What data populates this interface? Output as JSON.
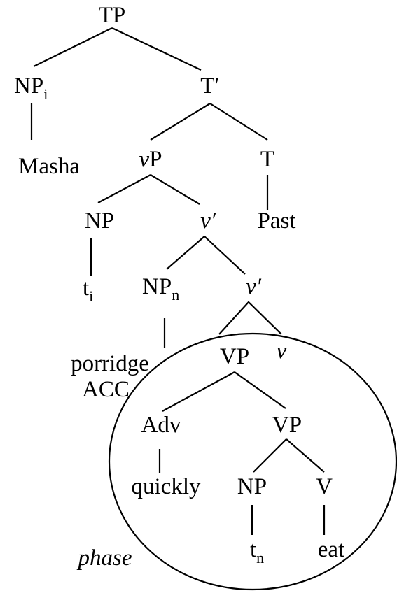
{
  "tree": {
    "tp": "TP",
    "np_i": "NP",
    "np_i_sub": "i",
    "masha": "Masha",
    "t_bar": "T′",
    "vp_v": "v",
    "vp_p": "P",
    "t": "T",
    "past": "Past",
    "np_ti": "NP",
    "t_i": "t",
    "t_i_sub": "i",
    "vbar1": "v′",
    "np_n": "NP",
    "np_n_sub": "n",
    "porridge": "porridge",
    "acc": "ACC",
    "vbar2": "v′",
    "vp": "VP",
    "v": "v",
    "adv": "Adv",
    "quickly": "quickly",
    "vp2": "VP",
    "np_tn": "NP",
    "t_n": "t",
    "t_n_sub": "n",
    "verb": "V",
    "eat": "eat",
    "phase": "phase"
  }
}
